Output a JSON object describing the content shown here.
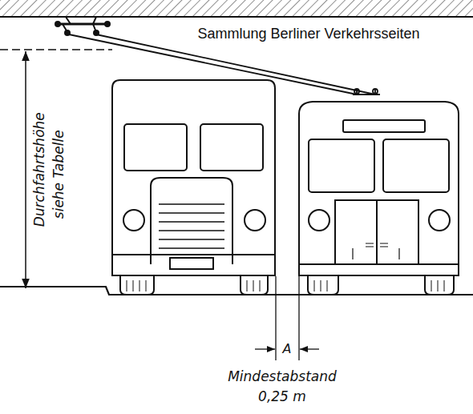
{
  "diagram": {
    "labels": [
      "Sammlung Berliner Verkehrsseiten",
      "Durchfahrtshöhe",
      "siehe Tabelle",
      "A",
      "Mindestabstand",
      "0,25 m"
    ]
  }
}
